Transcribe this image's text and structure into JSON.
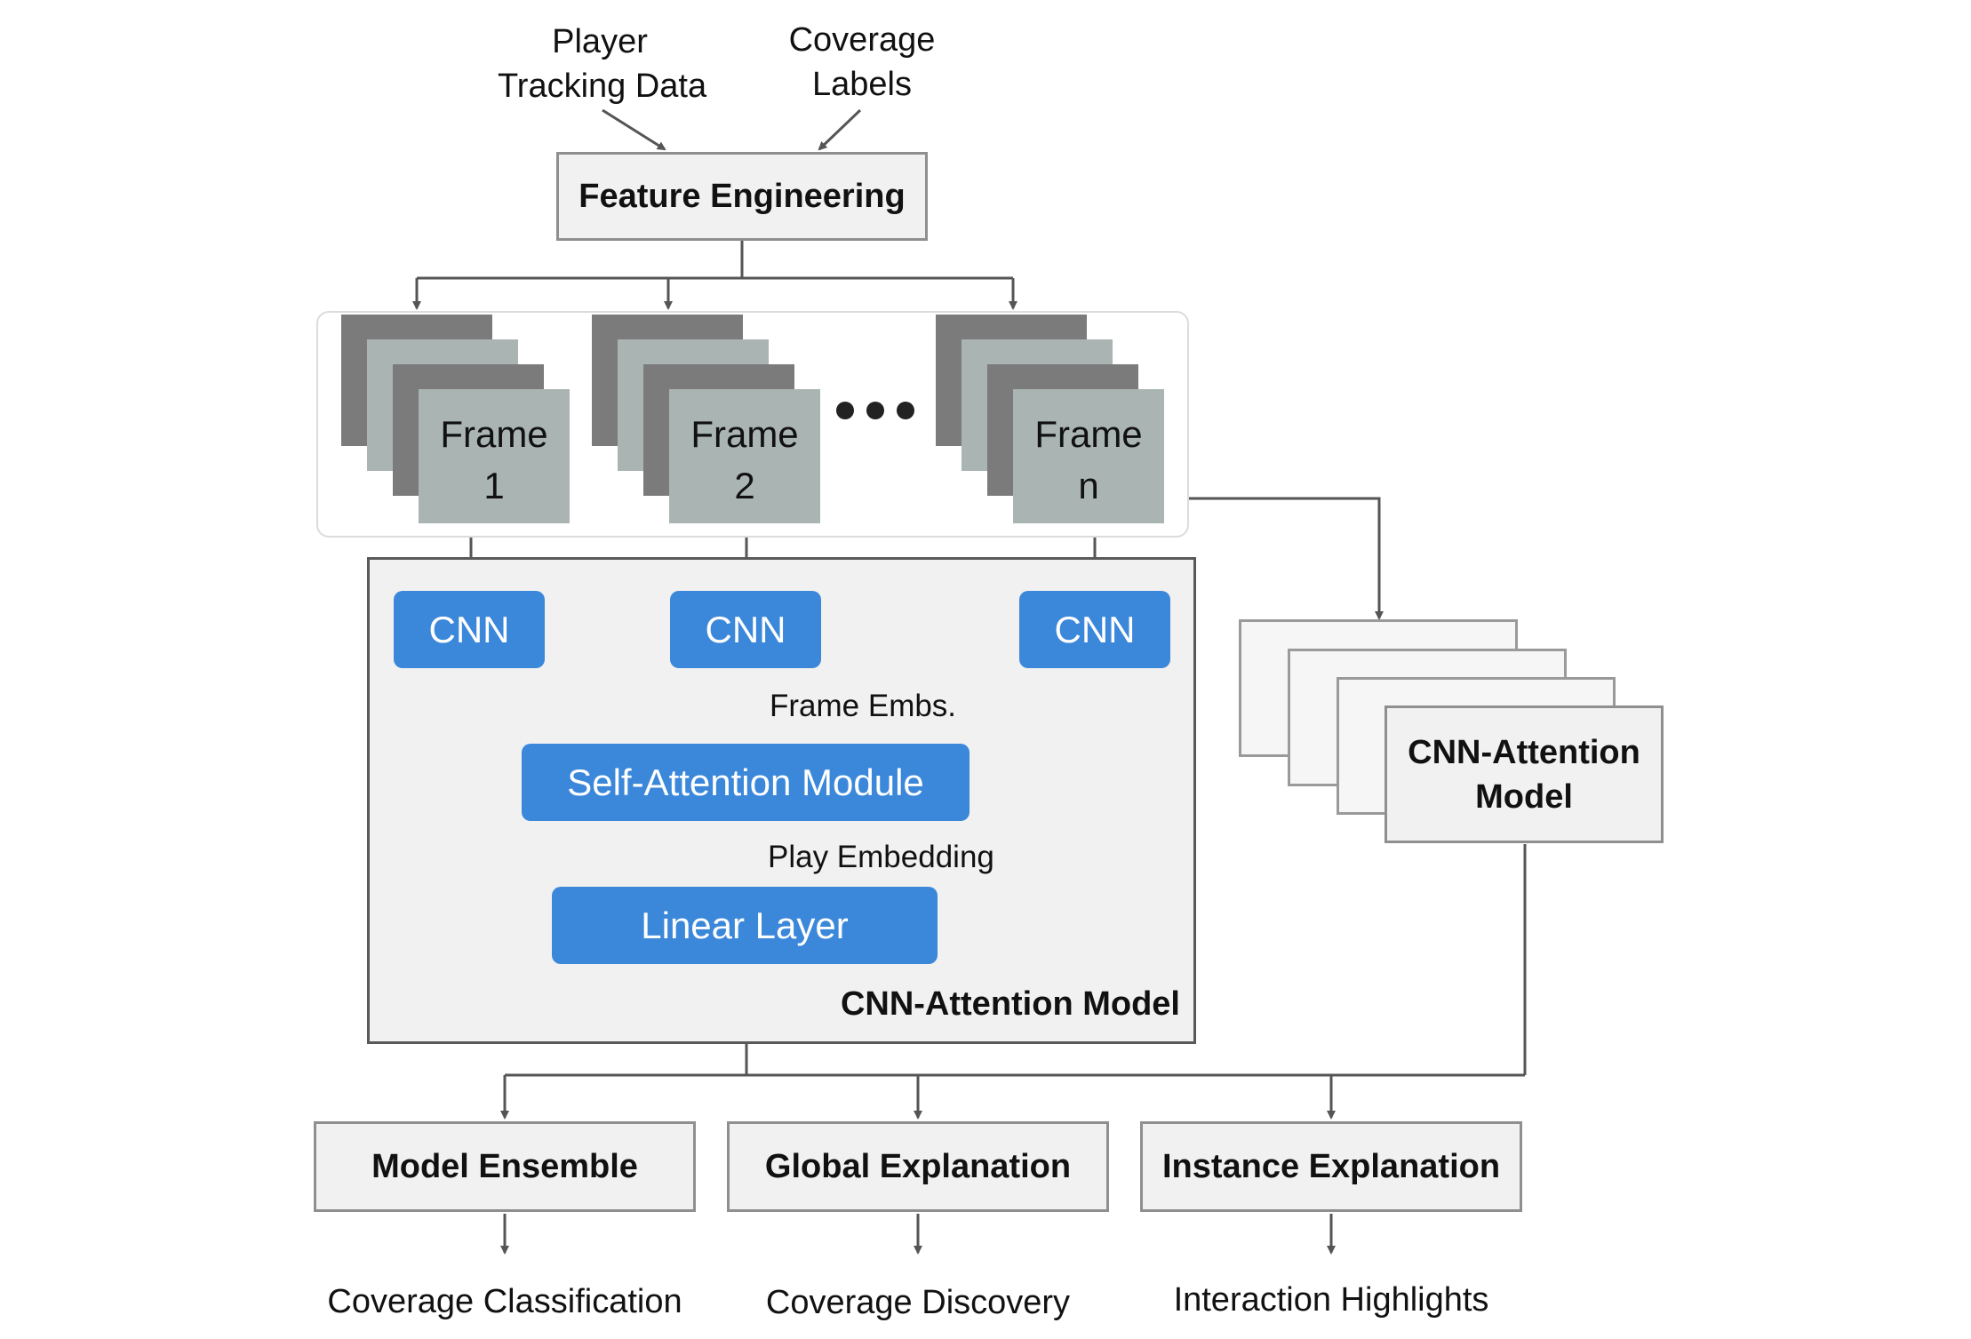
{
  "inputs": {
    "tracking_line1": "Player",
    "tracking_line2": "Tracking Data",
    "labels_line1": "Coverage",
    "labels_line2": "Labels"
  },
  "feature_engineering": "Feature Engineering",
  "frames": {
    "label": "Frame",
    "frame1_index": "1",
    "frame2_index": "2",
    "framen_index": "n"
  },
  "cnn_label": "CNN",
  "frame_embs": "Frame Embs.",
  "self_attention": "Self-Attention Module",
  "play_embedding": "Play Embedding",
  "linear_layer": "Linear Layer",
  "model_title": "CNN-Attention Model",
  "stack_model_line1": "CNN-Attention",
  "stack_model_line2": "Model",
  "outputs": {
    "ensemble": "Model Ensemble",
    "global": "Global Explanation",
    "instance": "Instance Explanation"
  },
  "results": {
    "classification": "Coverage Classification",
    "discovery": "Coverage Discovery",
    "highlights": "Interaction Highlights"
  },
  "colors": {
    "blue_block": "#3b87da",
    "box_fill": "#f1f1f1",
    "frame_dark": "#7b7b7b",
    "frame_light": "#a9b4b3",
    "arrow": "#555555"
  }
}
